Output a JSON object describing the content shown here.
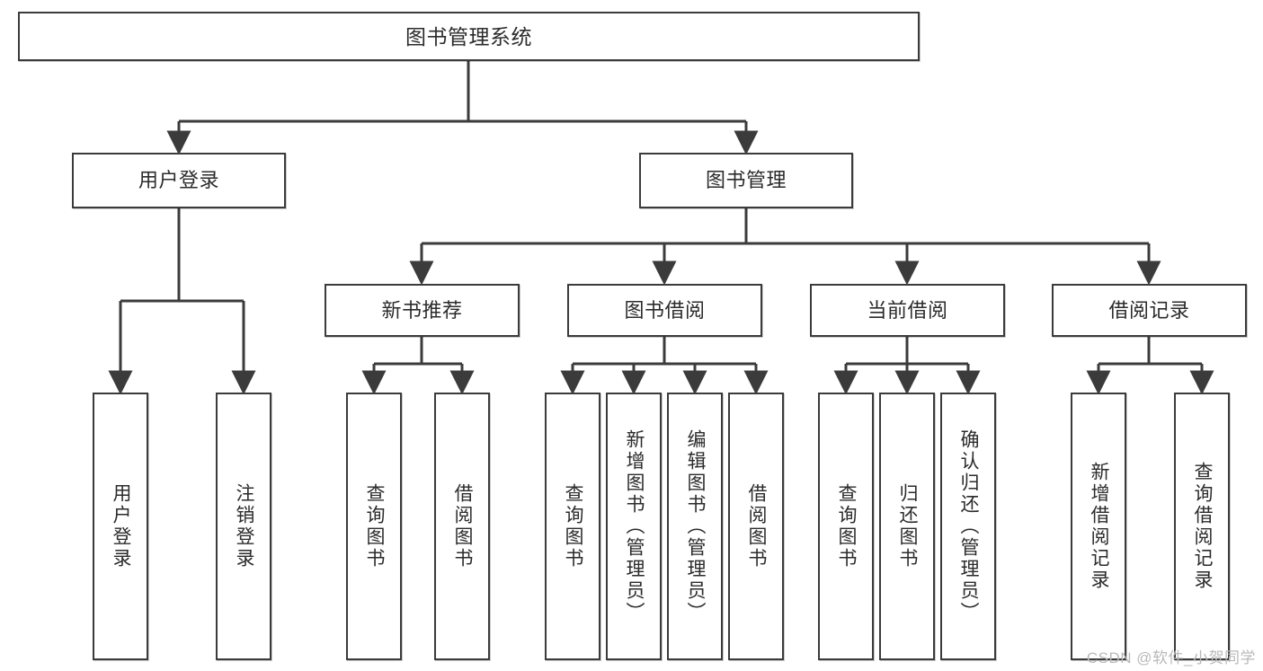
{
  "diagram": {
    "title": "图书管理系统",
    "type": "tree",
    "watermark": "CSDN @软件_小贺同学",
    "colors": {
      "box_border": "#3b3b3b",
      "box_fill": "#ffffff",
      "edge": "#3b3b3b",
      "text": "#2b2b2b",
      "watermark": "#b9b9b9",
      "background": "#ffffff"
    },
    "nodes": {
      "root": {
        "label": "图书管理系统",
        "level": 1,
        "orientation": "horizontal"
      },
      "user_login": {
        "label": "用户登录",
        "level": 2,
        "orientation": "horizontal"
      },
      "book_manage": {
        "label": "图书管理",
        "level": 2,
        "orientation": "horizontal"
      },
      "new_book_rec": {
        "label": "新书推荐",
        "level": 3,
        "orientation": "horizontal"
      },
      "book_borrow": {
        "label": "图书借阅",
        "level": 3,
        "orientation": "horizontal"
      },
      "current_borrow": {
        "label": "当前借阅",
        "level": 3,
        "orientation": "horizontal"
      },
      "borrow_record": {
        "label": "借阅记录",
        "level": 3,
        "orientation": "horizontal"
      },
      "leaf_user_login": {
        "label": "用户登录",
        "level": 4,
        "orientation": "vertical"
      },
      "leaf_user_logout": {
        "label": "注销登录",
        "level": 4,
        "orientation": "vertical"
      },
      "leaf_rec_query": {
        "label": "查询图书",
        "level": 4,
        "orientation": "vertical"
      },
      "leaf_rec_borrow": {
        "label": "借阅图书",
        "level": 4,
        "orientation": "vertical"
      },
      "leaf_borrow_query": {
        "label": "查询图书",
        "level": 4,
        "orientation": "vertical"
      },
      "leaf_borrow_add": {
        "label": "新增图书（管理员）",
        "level": 4,
        "orientation": "vertical"
      },
      "leaf_borrow_edit": {
        "label": "编辑图书（管理员）",
        "level": 4,
        "orientation": "vertical"
      },
      "leaf_borrow_do": {
        "label": "借阅图书",
        "level": 4,
        "orientation": "vertical"
      },
      "leaf_cur_query": {
        "label": "查询图书",
        "level": 4,
        "orientation": "vertical"
      },
      "leaf_cur_return": {
        "label": "归还图书",
        "level": 4,
        "orientation": "vertical"
      },
      "leaf_cur_confirm": {
        "label": "确认归还（管理员）",
        "level": 4,
        "orientation": "vertical"
      },
      "leaf_rec_add": {
        "label": "新增借阅记录",
        "level": 4,
        "orientation": "vertical"
      },
      "leaf_rec_query2": {
        "label": "查询借阅记录",
        "level": 4,
        "orientation": "vertical"
      }
    },
    "edges": [
      {
        "from": "root",
        "to": "user_login"
      },
      {
        "from": "root",
        "to": "book_manage"
      },
      {
        "from": "user_login",
        "to": "leaf_user_login"
      },
      {
        "from": "user_login",
        "to": "leaf_user_logout"
      },
      {
        "from": "book_manage",
        "to": "new_book_rec"
      },
      {
        "from": "book_manage",
        "to": "book_borrow"
      },
      {
        "from": "book_manage",
        "to": "current_borrow"
      },
      {
        "from": "book_manage",
        "to": "borrow_record"
      },
      {
        "from": "new_book_rec",
        "to": "leaf_rec_query"
      },
      {
        "from": "new_book_rec",
        "to": "leaf_rec_borrow"
      },
      {
        "from": "book_borrow",
        "to": "leaf_borrow_query"
      },
      {
        "from": "book_borrow",
        "to": "leaf_borrow_add"
      },
      {
        "from": "book_borrow",
        "to": "leaf_borrow_edit"
      },
      {
        "from": "book_borrow",
        "to": "leaf_borrow_do"
      },
      {
        "from": "current_borrow",
        "to": "leaf_cur_query"
      },
      {
        "from": "current_borrow",
        "to": "leaf_cur_return"
      },
      {
        "from": "current_borrow",
        "to": "leaf_cur_confirm"
      },
      {
        "from": "borrow_record",
        "to": "leaf_rec_add"
      },
      {
        "from": "borrow_record",
        "to": "leaf_rec_query2"
      }
    ]
  }
}
